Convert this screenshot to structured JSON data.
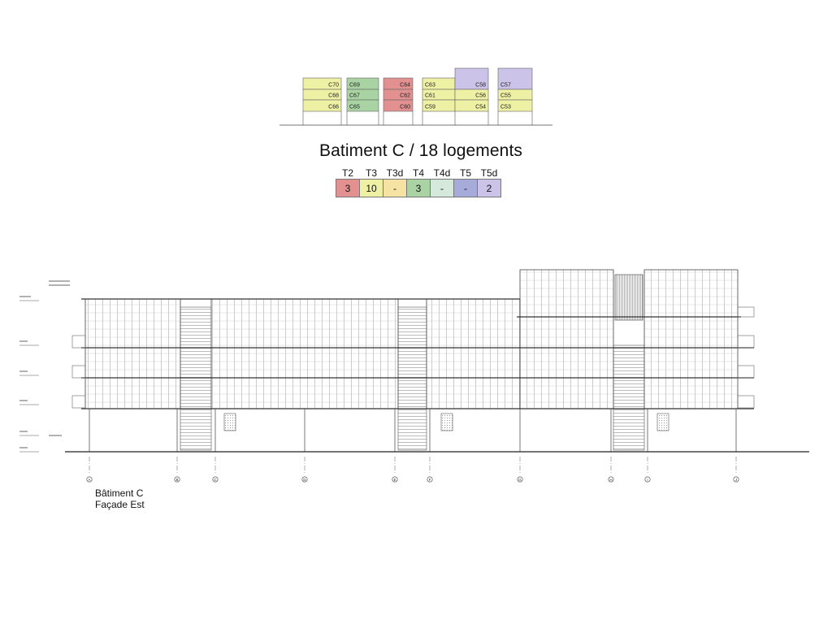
{
  "title": "Batiment C / 18 logements",
  "legend": {
    "headers": [
      "T2",
      "T3",
      "T3d",
      "T4",
      "T4d",
      "T5",
      "T5d"
    ],
    "values": [
      "3",
      "10",
      "-",
      "3",
      "-",
      "-",
      "2"
    ],
    "colors": [
      "#e29090",
      "#eef0a4",
      "#f6e3a4",
      "#a9d3a3",
      "#d4e8dc",
      "#a7abd9",
      "#cbc3e8"
    ]
  },
  "units": [
    {
      "label": "C70",
      "color": "#eef0a4"
    },
    {
      "label": "C68",
      "color": "#eef0a4"
    },
    {
      "label": "C66",
      "color": "#eef0a4"
    },
    {
      "label": "C69",
      "color": "#a9d3a3"
    },
    {
      "label": "C67",
      "color": "#a9d3a3"
    },
    {
      "label": "C65",
      "color": "#a9d3a3"
    },
    {
      "label": "C64",
      "color": "#e29090"
    },
    {
      "label": "C62",
      "color": "#e29090"
    },
    {
      "label": "C60",
      "color": "#e29090"
    },
    {
      "label": "C63",
      "color": "#eef0a4"
    },
    {
      "label": "C61",
      "color": "#eef0a4"
    },
    {
      "label": "C59",
      "color": "#eef0a4"
    },
    {
      "label": "C58",
      "color": "#cbc3e8"
    },
    {
      "label": "C56",
      "color": "#eef0a4"
    },
    {
      "label": "C54",
      "color": "#eef0a4"
    },
    {
      "label": "C57",
      "color": "#cbc3e8"
    },
    {
      "label": "C55",
      "color": "#eef0a4"
    },
    {
      "label": "C53",
      "color": "#eef0a4"
    }
  ],
  "axes": [
    "A",
    "B",
    "C",
    "D",
    "E",
    "F",
    "G",
    "H",
    "I",
    "J"
  ],
  "caption": {
    "line1": "Bâtiment C",
    "line2": "Façade Est"
  }
}
